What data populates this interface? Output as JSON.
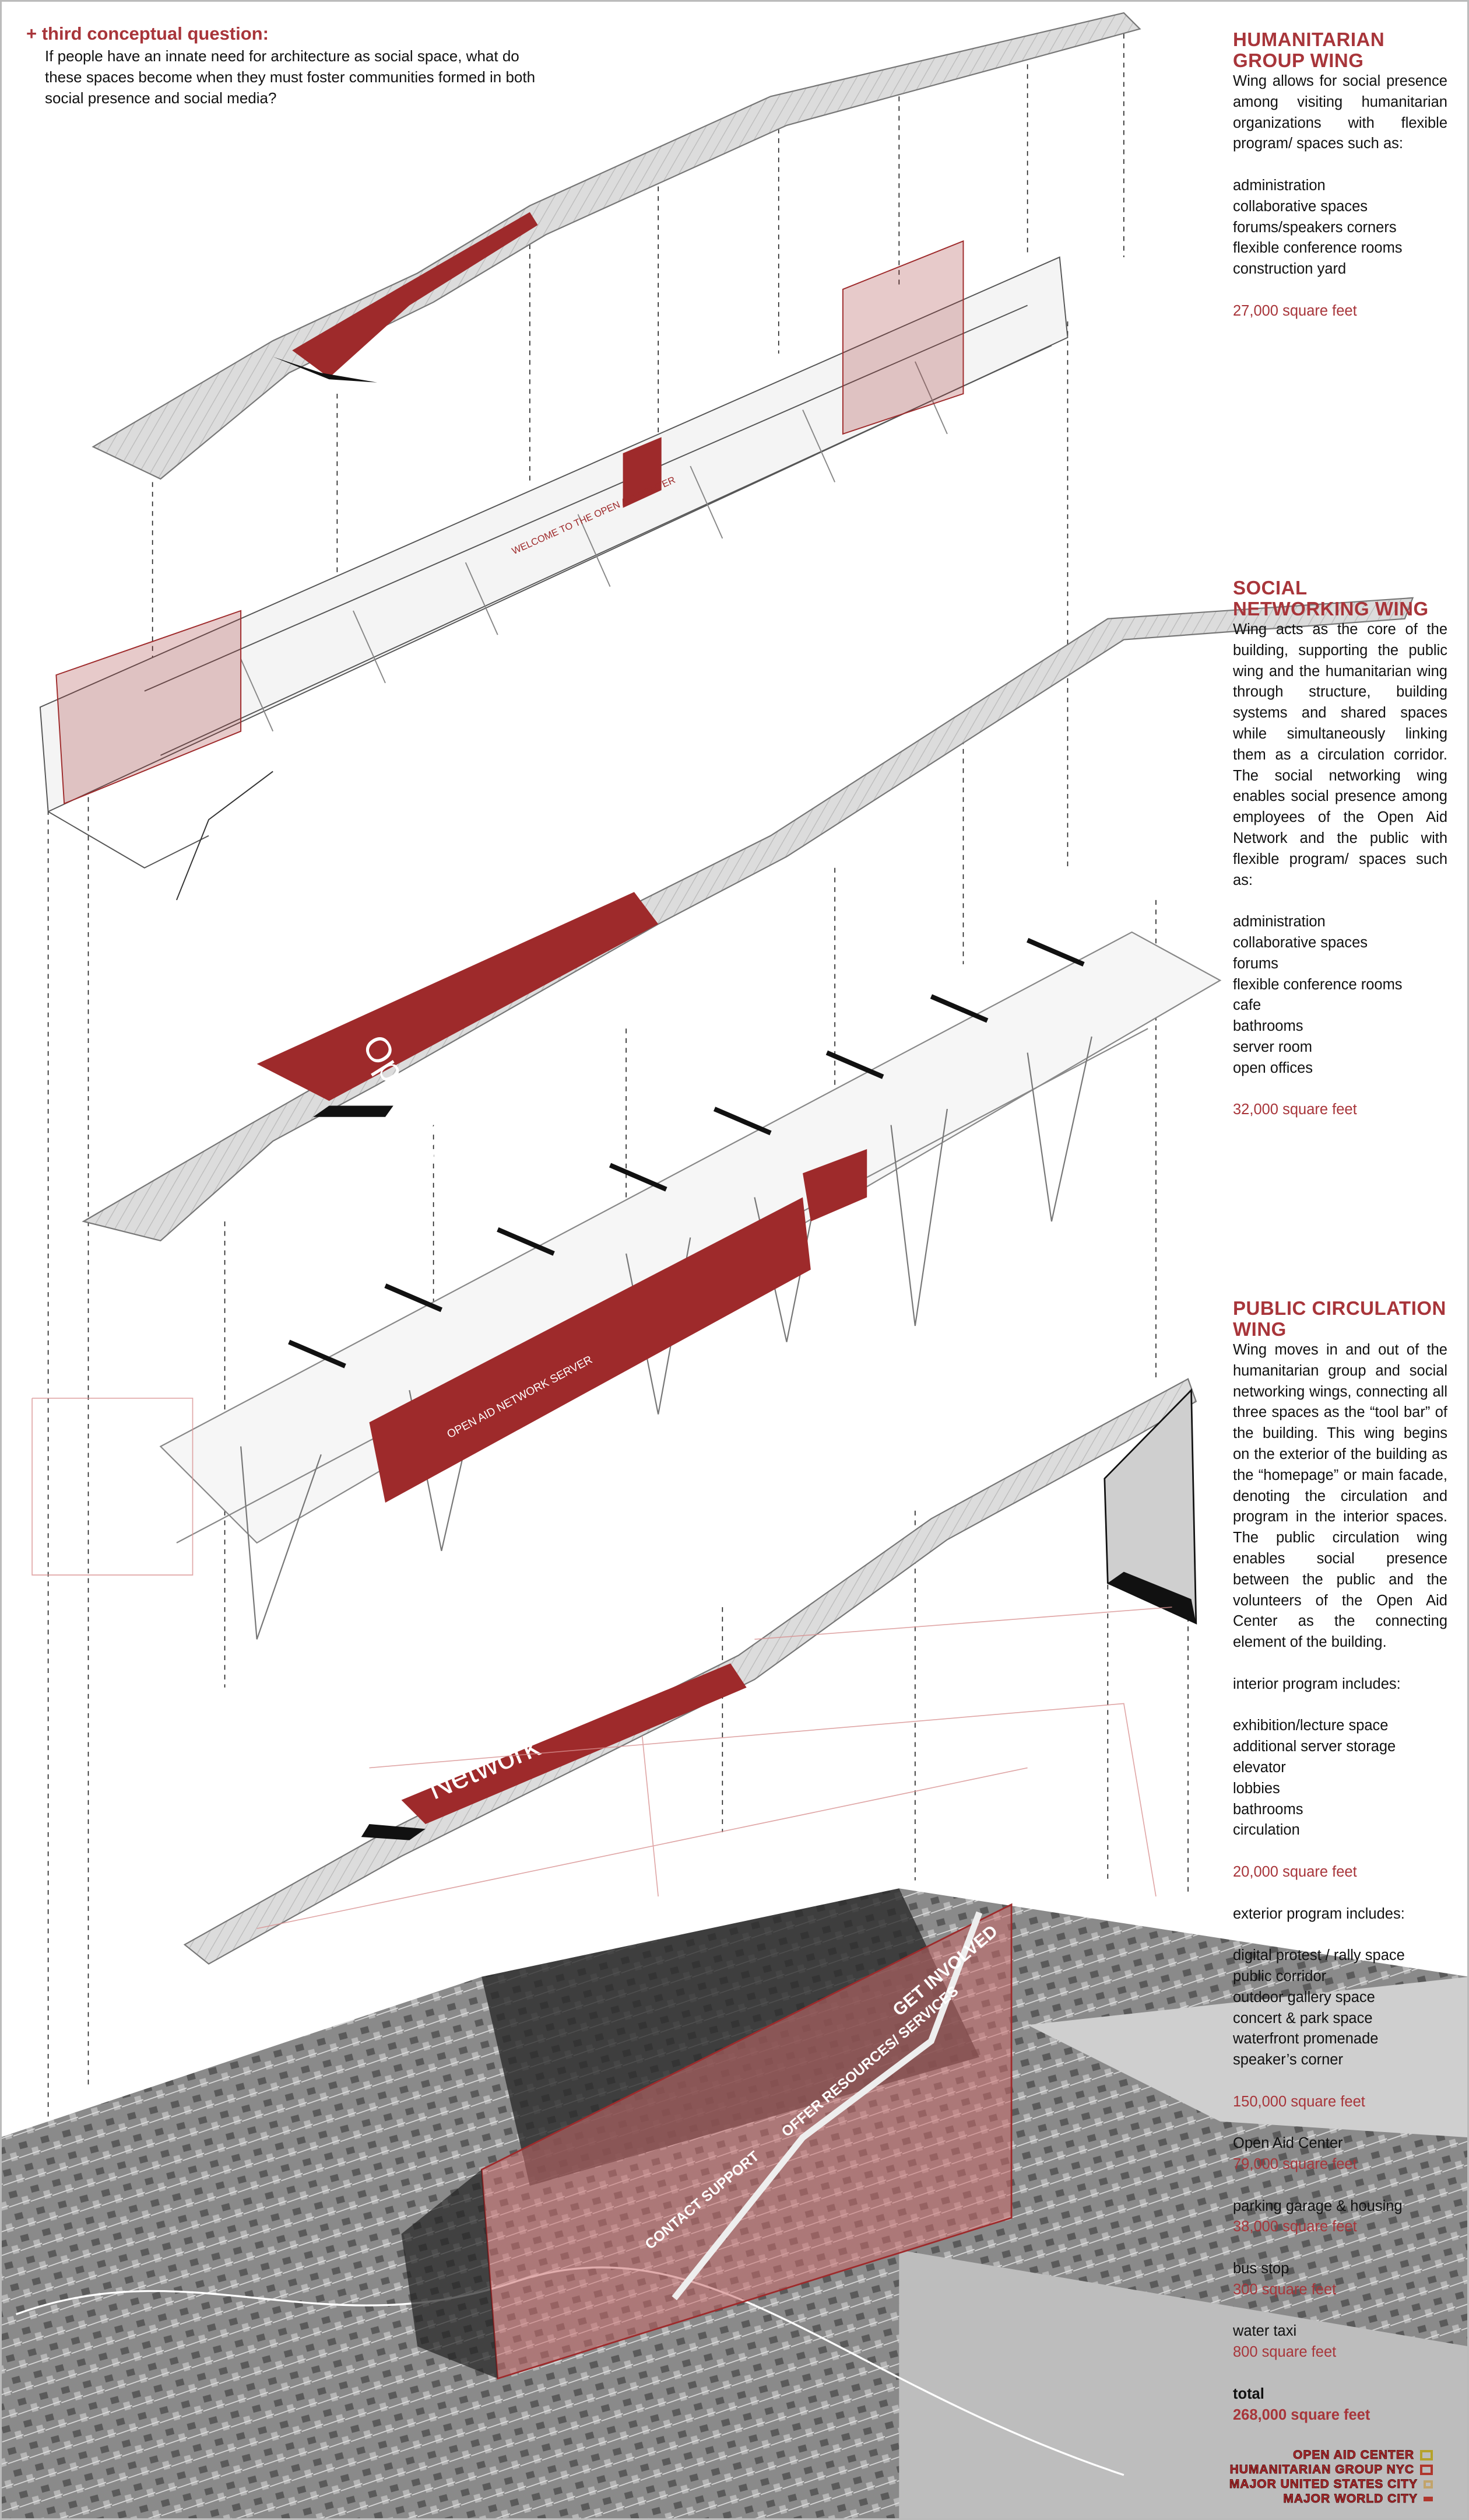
{
  "question": {
    "title": "+ third conceptual question:",
    "body": "If people have an innate need for architecture as social space, what do these spaces become when they must foster communities formed in both social presence and social media?"
  },
  "humanitarian": {
    "title": "HUMANITARIAN GROUP WING",
    "description": "Wing allows for social presence among visiting humanitarian organizations with flexible program/ spaces such as:",
    "items": [
      "administration",
      "collaborative spaces",
      "forums/speakers  corners",
      "flexible conference rooms",
      "construction yard"
    ],
    "area": "27,000 square feet"
  },
  "social": {
    "title": "SOCIAL NETWORKING WING",
    "description": "Wing acts as the core of the building, supporting the public wing and the humanitarian wing through structure, building systems and shared spaces while simultaneously linking them as a circulation corridor. The social networking wing enables social presence among employees of the Open Aid Network and the public with flexible program/ spaces such as:",
    "items": [
      "administration",
      "collaborative spaces",
      "forums",
      "flexible conference rooms",
      "cafe",
      "bathrooms",
      "server room",
      "open offices"
    ],
    "area": "32,000 square feet"
  },
  "public": {
    "title": "PUBLIC CIRCULATION WING",
    "description": "Wing moves in and out of the humanitarian group and social networking wings, connecting all three spaces as the “tool bar” of the building.  This wing begins on the exterior of the building as the “homepage” or main facade, denoting the circulation and program in the interior spaces. The public circulation wing enables social presence between the public and the volunteers of the Open Aid Center  as the connecting element of the building.",
    "interior_label": "interior program includes:",
    "interior_items": [
      "exhibition/lecture space",
      "additional server storage",
      "elevator",
      "lobbies",
      "bathrooms",
      "circulation"
    ],
    "interior_area": "20,000 square feet",
    "exterior_label": "exterior program includes:",
    "exterior_items": [
      "digital protest / rally space",
      "public corridor",
      "outdoor gallery space",
      "concert & park space",
      "waterfront promenade",
      "speaker’s corner"
    ],
    "exterior_area": "150,000 square feet"
  },
  "totals": [
    {
      "label": "Open Aid Center",
      "area": "79,000 square feet"
    },
    {
      "label": "parking garage & housing",
      "area": "38,000 square feet"
    },
    {
      "label": "bus stop",
      "area": "300 square feet"
    },
    {
      "label": "water taxi",
      "area": "800 square feet"
    },
    {
      "label": "total",
      "area": "268,000 square feet"
    }
  ],
  "legend": [
    {
      "label": "OPEN AID CENTER",
      "color": "#b5a22a"
    },
    {
      "label": "HUMANITARIAN GROUP NYC",
      "color": "#b0362c"
    },
    {
      "label": "MAJOR UNITED STATES CITY",
      "color": "#c2a46a"
    },
    {
      "label": "MAJOR WORLD CITY",
      "color": "#b0362c"
    }
  ],
  "diagram_labels": {
    "open_aid_panel": "Open Aid",
    "network_panel": "Network",
    "welcome_sign": "WELCOME TO THE OPEN AID CENTER",
    "server_sign": "OPEN AID NETWORK SERVER",
    "get_involved": "GET INVOLVED",
    "offer_resources": "OFFER RESOURCES/ SERVICES",
    "contact_support": "CONTACT SUPPORT"
  },
  "colors": {
    "accent": "#a8353a",
    "slab": "#d9d9d9",
    "panel": "#9e2a2b"
  }
}
